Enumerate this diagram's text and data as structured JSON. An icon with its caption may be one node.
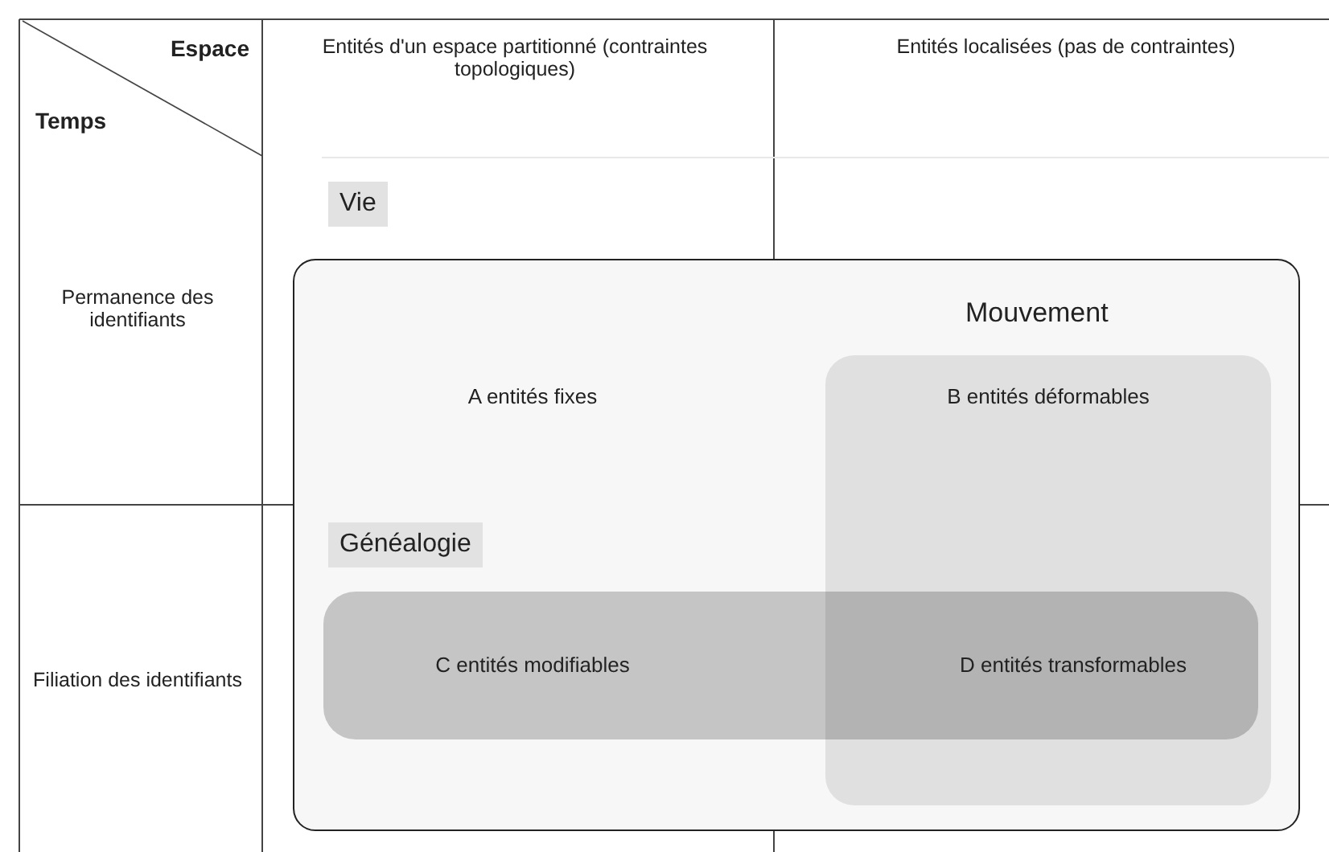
{
  "diagram": {
    "nodes": [
      {
        "text": [
          "Vie",
          "A  entités fixes"
        ]
      },
      {
        "text": [
          "Mouvement",
          "B entités déformables"
        ],
        "in": 0
      },
      {
        "text": [
          "Généalogie",
          "C entités modifiables"
        ],
        "in": 0
      }
    ],
    "edges": [],
    "labels": [
      "Espace",
      "Temps",
      "Entités d'un espace partitionné (contraintes topologiques)",
      "Entités localisées (pas de contraintes)",
      "Permanence des identifiants",
      "D entités transformables",
      "Filiation des identifiants"
    ]
  }
}
